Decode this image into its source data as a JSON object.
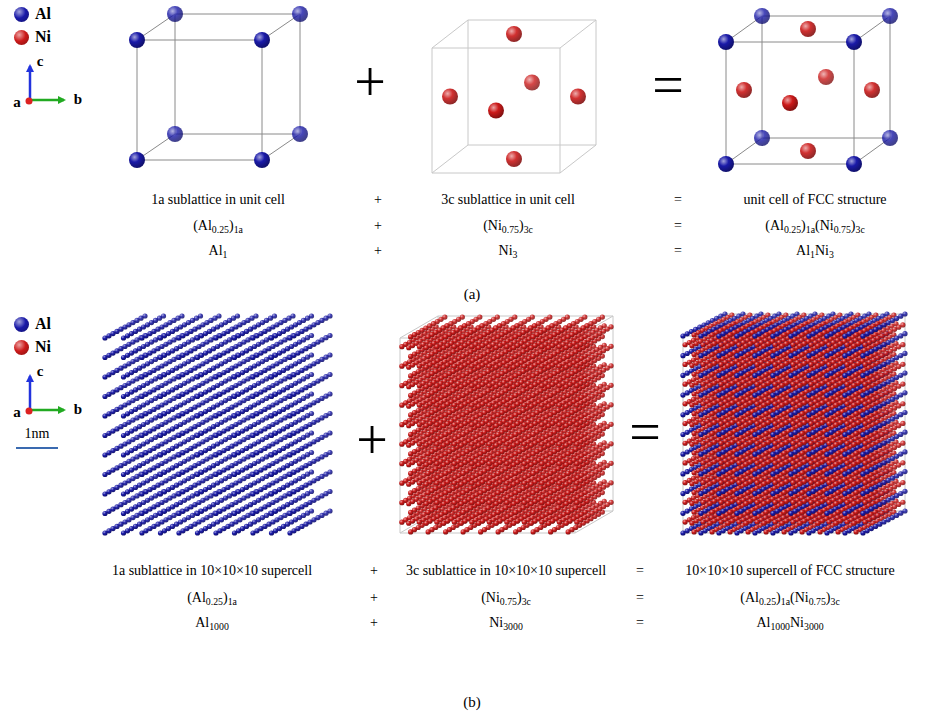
{
  "diagram": {
    "labels": [
      "c",
      "a",
      "b",
      "1a sublattice in unit cell",
      "+",
      "3c sublattice in unit cell",
      "=",
      "unit cell of FCC structure",
      "(Al0.25)1a",
      "+",
      "(Ni0.75)3c",
      "=",
      "(Al0.25)1a(Ni0.75)3c",
      "Al1",
      "+",
      "Ni3",
      "=",
      "Al1Ni3",
      "(a)",
      "+",
      "=",
      "c",
      "a",
      "b",
      "1nm",
      "+",
      "=",
      "1a sublattice in 10×10×10 supercell",
      "+",
      "3c sublattice in 10×10×10 supercell",
      "=",
      "10×10×10 supercell of FCC structure",
      "(Al0.25)1a",
      "+",
      "(Ni0.75)3c",
      "=",
      "(Al0.25)1a(Ni0.75)3c",
      "Al1000",
      "+",
      "Ni3000",
      "=",
      "Al1000Ni3000",
      "(b)"
    ],
    "legend": [
      {
        "text": "Al",
        "color": "#1a1aa8"
      },
      {
        "text": "Ni",
        "color": "#cc1a1a"
      },
      {
        "text": "Al",
        "color": "#1a1aa8"
      },
      {
        "text": "Ni",
        "color": "#cc1a1a"
      }
    ]
  }
}
